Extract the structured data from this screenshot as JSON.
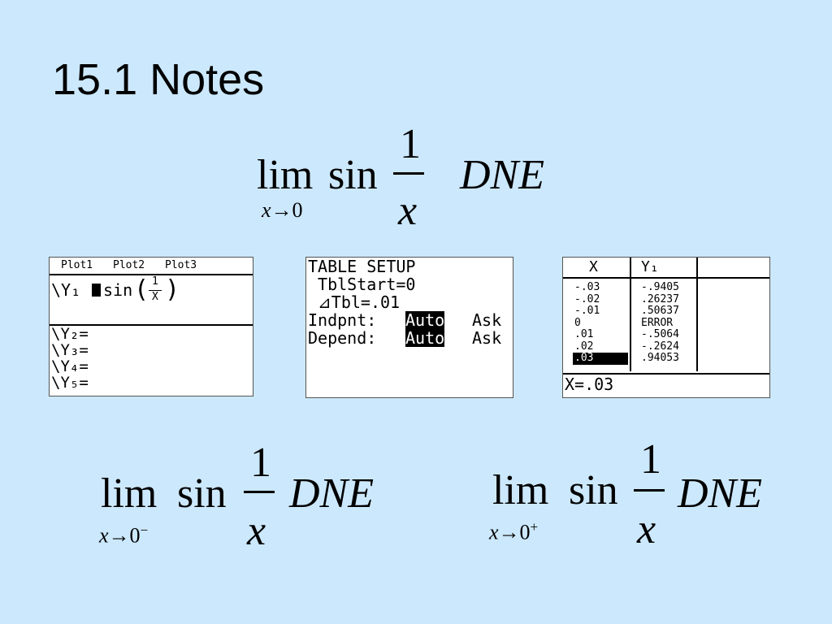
{
  "slide": {
    "title": "15.1 Notes"
  },
  "limits": {
    "top": {
      "lim": "lim",
      "sub_var": "x",
      "sub_arrow": "→",
      "sub_val": "0",
      "sub_side": "",
      "func": "sin",
      "numerator": "1",
      "denominator": "x",
      "result": "DNE"
    },
    "left": {
      "lim": "lim",
      "sub_var": "x",
      "sub_arrow": "→",
      "sub_val": "0",
      "sub_side": "−",
      "func": "sin",
      "numerator": "1",
      "denominator": "x",
      "result": "DNE"
    },
    "right": {
      "lim": "lim",
      "sub_var": "x",
      "sub_arrow": "→",
      "sub_val": "0",
      "sub_side": "+",
      "func": "sin",
      "numerator": "1",
      "denominator": "x",
      "result": "DNE"
    }
  },
  "calc_y_editor": {
    "plots": [
      "Plot1",
      "Plot2",
      "Plot3"
    ],
    "y1_prefix": "\\Y₁",
    "y1_expr": "sin",
    "y1_num": "1",
    "y1_den": "X",
    "rows": [
      "\\Y₂=",
      "\\Y₃=",
      "\\Y₄=",
      "\\Y₅="
    ]
  },
  "calc_table_setup": {
    "heading": "TABLE SETUP",
    "tbl_start": " TblStart=0",
    "delta_tbl": " ⊿Tbl=.01",
    "indpnt_label": "Indpnt: ",
    "depend_label": "Depend: ",
    "auto": "Auto",
    "ask": "Ask"
  },
  "calc_table": {
    "col_x": "X",
    "col_y": "Y₁",
    "x_values": [
      "-.03",
      "-.02",
      "-.01",
      "0",
      ".01",
      ".02",
      ".03"
    ],
    "y_values": [
      "-.9405",
      ".26237",
      ".50637",
      "ERROR",
      "-.5064",
      "-.2624",
      ".94053"
    ],
    "status": "X=.03"
  }
}
